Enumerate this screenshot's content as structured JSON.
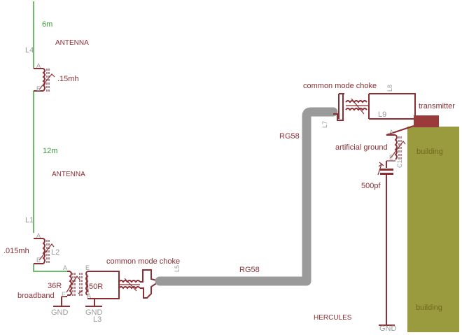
{
  "colors": {
    "wire": "#8b2f35",
    "antenna": "#6dbb6d",
    "coax": "#9a9a9a",
    "building": "#9a9a3e",
    "transmitter": "#9b3a3a"
  },
  "labels": {
    "antenna_6m": "6m",
    "antenna_top": "ANTENNA",
    "l4": "L4",
    "l4_value": ".15mh",
    "antenna_12m": "12m",
    "antenna_bottom": "ANTENNA",
    "l1": "L1",
    "l2": "L2",
    "l2_value": ".015mh",
    "r36": "36R",
    "broadband": "broadband",
    "r50": "50R",
    "gnd_left": "GND",
    "gnd_mid": "GND",
    "l3": "L3",
    "cmc_bottom": "common mode choke",
    "l5": "L5",
    "rg58_bottom": "RG58",
    "rg58_vertical": "RG58",
    "cmc_top": "common mode choke",
    "l7": "L7",
    "l8": "L8",
    "l9": "L9",
    "transmitter": "transmitter",
    "artificial_ground": "artificial ground",
    "c1": "C1",
    "c_value": "500pf",
    "building_top": "building",
    "building_bottom": "building",
    "hercules": "HERCULES",
    "gnd_right": "GND"
  },
  "pins": {
    "a": "A",
    "e": "E"
  }
}
